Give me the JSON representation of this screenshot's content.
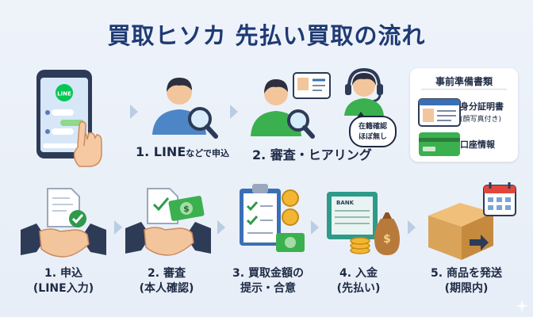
{
  "title": "買取ヒソカ 先払い買取の流れ",
  "top_flow": {
    "step1": {
      "num": "1. LINE",
      "suffix": "などで申込"
    },
    "step2": {
      "label": "2. 審査・ヒアリング"
    },
    "bubble": {
      "line1": "在籍確認",
      "line2": "ほぼ無し"
    },
    "phone_chat_label": "LINE"
  },
  "prep_card": {
    "title": "事前準備書類",
    "doc1": {
      "label": "身分証明書",
      "sub": "(顔写真付き)"
    },
    "doc2": {
      "label": "口座情報"
    }
  },
  "bottom_flow": [
    {
      "line1": "1. 申込",
      "line2": "(LINE入力)"
    },
    {
      "line1": "2. 審査",
      "line2": "(本人確認)"
    },
    {
      "line1": "3. 買取金額の",
      "line2": "提示・合意"
    },
    {
      "line1": "4. 入金",
      "line2": "(先払い)"
    },
    {
      "line1": "5. 商品を発送",
      "line2": "(期限内)"
    }
  ],
  "icons": {
    "bank_label": "BANK",
    "money_symbol": "$",
    "yen_symbol": "$"
  },
  "colors": {
    "title": "#1f3a73",
    "accent_green": "#2e9a4a",
    "line_green": "#06c755",
    "navy": "#1d2a44",
    "box_brown": "#d9a45a"
  }
}
